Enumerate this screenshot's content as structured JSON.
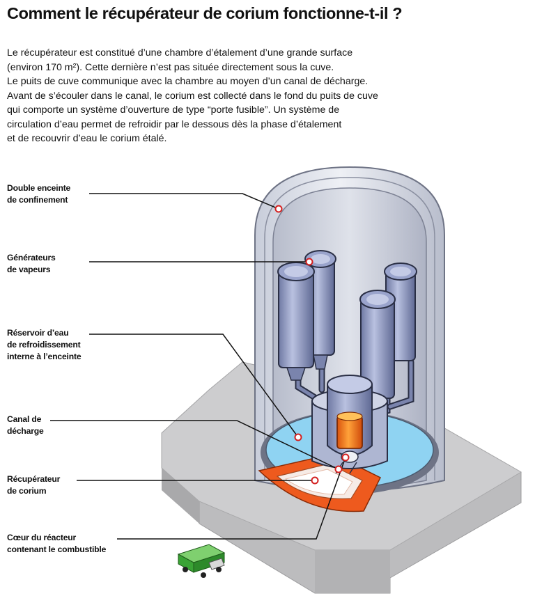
{
  "title": "Comment le récupérateur de corium fonctionne-t-il ?",
  "intro": [
    "Le récupérateur est constitué d’une chambre d’étalement d’une grande surface",
    "(environ 170 m²). Cette dernière n’est pas située directement sous la cuve.",
    "Le puits de cuve communique avec la chambre au moyen d’un canal de décharge.",
    "Avant de s’écouler dans le canal, le corium est collecté dans le fond du puits de cuve",
    "qui comporte un système d’ouverture de type “porte fusible”. Un système de",
    "circulation d’eau permet de refroidir par le dessous dès la phase d’étalement",
    "et de recouvrir d’eau le corium étalé."
  ],
  "labels": {
    "enceinte": [
      "Double enceinte",
      "de confinement"
    ],
    "generateurs": [
      "Générateurs",
      "de vapeurs"
    ],
    "reservoir": [
      "Réservoir d’eau",
      "de refroidissement",
      "interne à l’enceinte"
    ],
    "canal": [
      "Canal de",
      "décharge"
    ],
    "recuperateur": [
      "Récupérateur",
      "de corium"
    ],
    "coeur": [
      "Cœur du réacteur",
      "contenant le combustible"
    ]
  },
  "colors": {
    "dome": "#d7dbe6",
    "equipment": "#8d97bd",
    "water": "#8fd3f2",
    "corium": "#ee5a1e",
    "core": "#f07d1a",
    "ground": "#c5c5c7",
    "truck": "#3aa335",
    "marker": "#d42020"
  }
}
